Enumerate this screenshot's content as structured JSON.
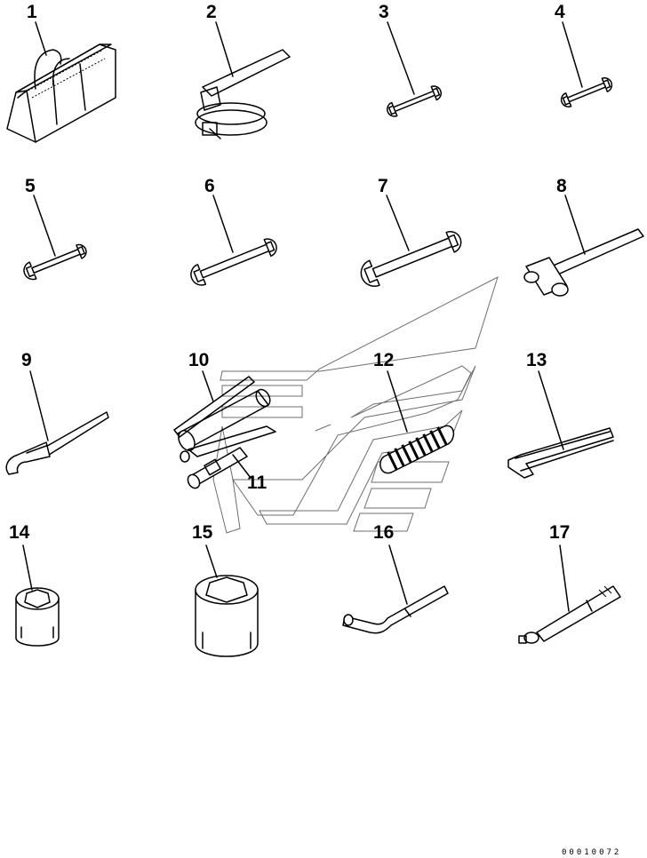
{
  "callouts": [
    {
      "id": "1",
      "label": "1"
    },
    {
      "id": "2",
      "label": "2"
    },
    {
      "id": "3",
      "label": "3"
    },
    {
      "id": "4",
      "label": "4"
    },
    {
      "id": "5",
      "label": "5"
    },
    {
      "id": "6",
      "label": "6"
    },
    {
      "id": "7",
      "label": "7"
    },
    {
      "id": "8",
      "label": "8"
    },
    {
      "id": "9",
      "label": "9"
    },
    {
      "id": "10",
      "label": "10"
    },
    {
      "id": "11",
      "label": "11"
    },
    {
      "id": "12",
      "label": "12"
    },
    {
      "id": "13",
      "label": "13"
    },
    {
      "id": "14",
      "label": "14"
    },
    {
      "id": "15",
      "label": "15"
    },
    {
      "id": "16",
      "label": "16"
    },
    {
      "id": "17",
      "label": "17"
    }
  ],
  "drawing_code": "00010072"
}
